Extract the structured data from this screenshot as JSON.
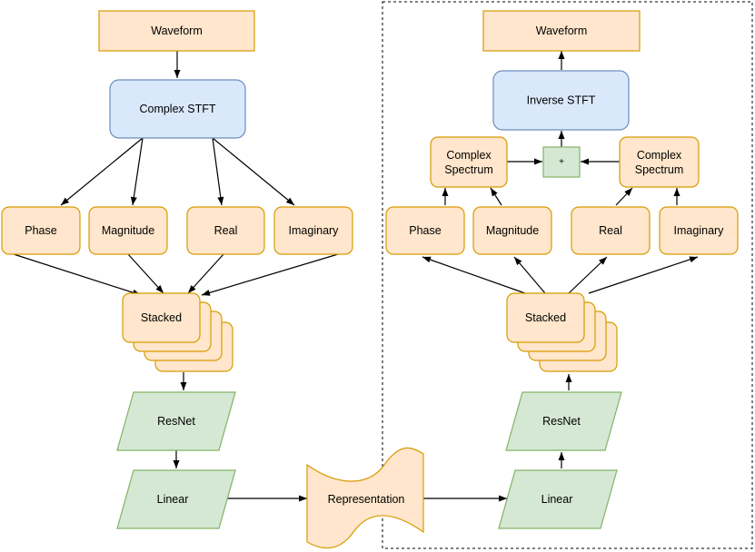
{
  "encoder": {
    "waveform": "Waveform",
    "stft": "Complex STFT",
    "phase": "Phase",
    "magnitude": "Magnitude",
    "real": "Real",
    "imaginary": "Imaginary",
    "stacked": "Stacked",
    "resnet": "ResNet",
    "linear": "Linear"
  },
  "representation": "Representation",
  "decoder": {
    "linear": "Linear",
    "resnet": "ResNet",
    "stacked": "Stacked",
    "phase": "Phase",
    "magnitude": "Magnitude",
    "real": "Real",
    "imaginary": "Imaginary",
    "spectrum_left": [
      "Complex",
      "Spectrum"
    ],
    "spectrum_right": [
      "Complex",
      "Spectrum"
    ],
    "plus": "+",
    "istft": "Inverse STFT",
    "waveform": "Waveform"
  },
  "colors": {
    "orange_fill": "#ffe6cc",
    "orange_stroke": "#d79b00",
    "blue_fill": "#dae8fc",
    "blue_stroke": "#6c8ebf",
    "green_fill": "#d5e8d4",
    "green_stroke": "#82b366"
  }
}
